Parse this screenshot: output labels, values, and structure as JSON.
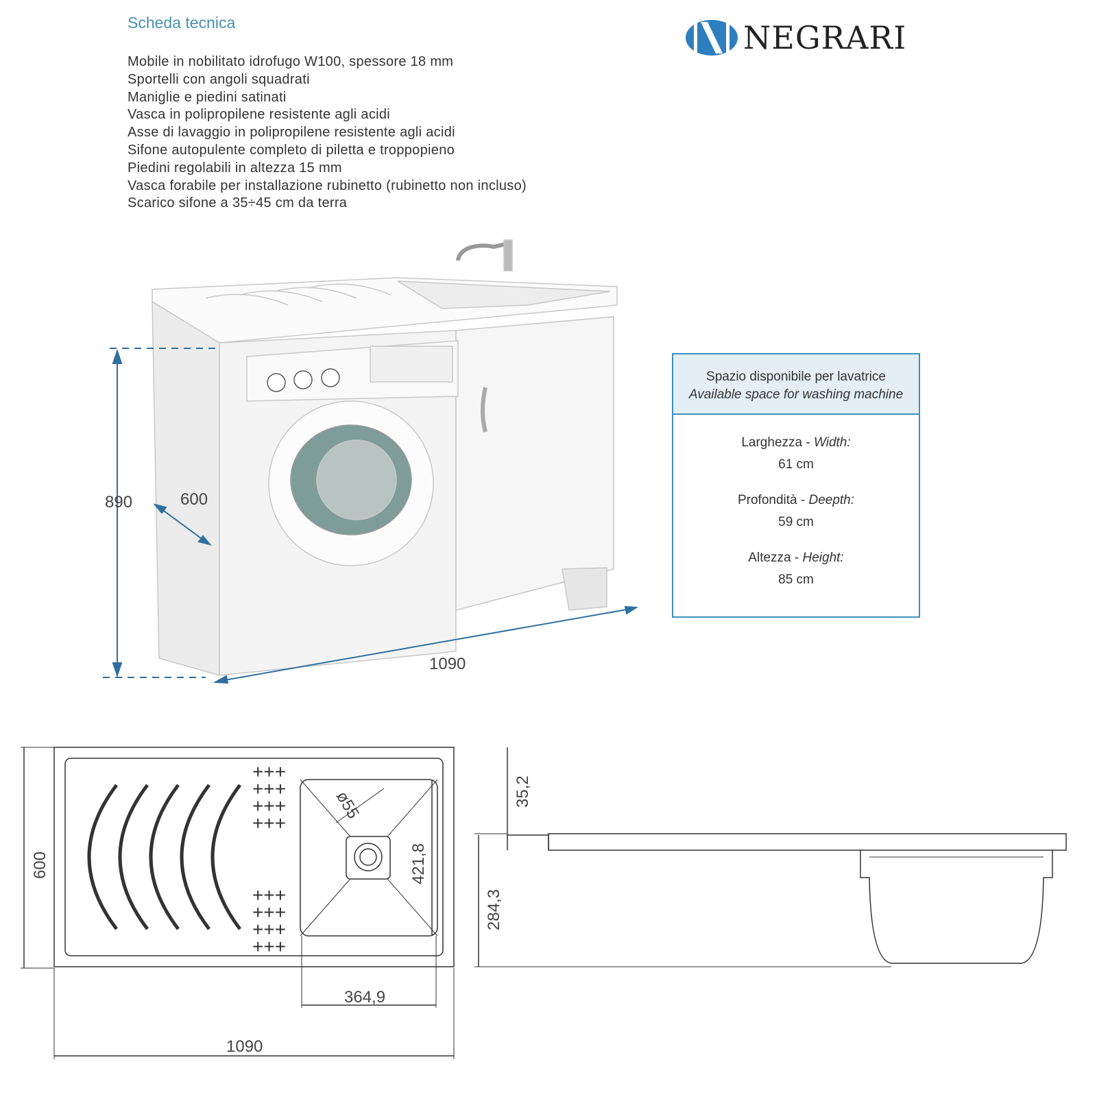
{
  "header": {
    "title": "Scheda tecnica"
  },
  "brand": {
    "name": "NEGRARI",
    "color": "#2e7fbf"
  },
  "features": [
    "Mobile in nobilitato idrofugo W100, spessore 18 mm",
    "Sportelli con angoli squadrati",
    "Maniglie e piedini satinati",
    "Vasca in polipropilene resistente agli acidi",
    "Asse di lavaggio in polipropilene resistente agli acidi",
    "Sifone autopulente completo di piletta e troppopieno",
    "Piedini regolabili in altezza 15 mm",
    "Vasca forabile per installazione rubinetto (rubinetto non incluso)",
    "Scarico sifone a 35÷45 cm da terra"
  ],
  "infobox": {
    "title": "Spazio disponibile per lavatrice",
    "subtitle": "Available space for washing machine",
    "specs": [
      {
        "label": "Larghezza - ",
        "label_en": "Width:",
        "value": "61 cm"
      },
      {
        "label": "Profondità - ",
        "label_en": "Deepth:",
        "value": "59 cm"
      },
      {
        "label": "Altezza - ",
        "label_en": "Height:",
        "value": "85 cm"
      }
    ]
  },
  "product_dimensions": {
    "height": "890",
    "depth": "600",
    "width": "1090"
  },
  "top_view": {
    "depth": "600",
    "width": "1090",
    "basin_width": "364,9",
    "basin_depth": "421,8",
    "drain": "ø55"
  },
  "side_view": {
    "rim": "35,2",
    "basin_height": "284,3"
  },
  "colors": {
    "title": "#4a90b0",
    "dimension_arrow": "#2e6fa0",
    "box_border": "#3f8fbf",
    "box_header": "#e3eef5"
  }
}
